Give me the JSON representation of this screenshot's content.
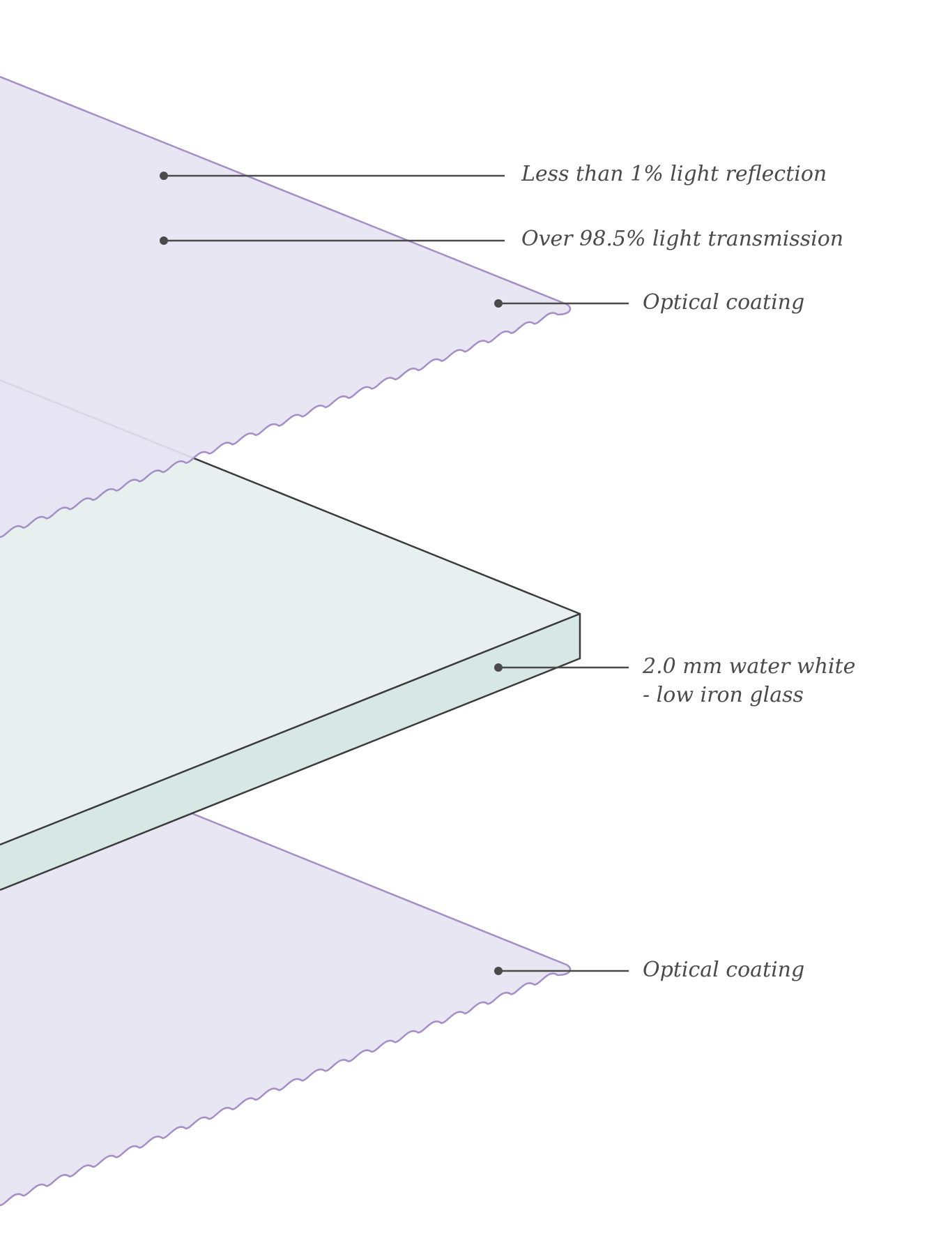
{
  "diagram": {
    "colors": {
      "coating_fill": "#e7e4f3",
      "coating_stroke": "#a48ec6",
      "glass_top": "#e7f0ee",
      "glass_front": "#d7e7e4",
      "glass_edge": "#3a3a3a",
      "leader": "#4a4a4a",
      "text": "#4a4a4a",
      "background": "#ffffff"
    },
    "callouts": {
      "reflection": "Less than 1% light reflection",
      "transmission": "Over 98.5% light transmission",
      "coating_top": "Optical coating",
      "glass_line1": "2.0 mm water white",
      "glass_line2": "- low iron glass",
      "coating_bottom": "Optical coating"
    }
  }
}
